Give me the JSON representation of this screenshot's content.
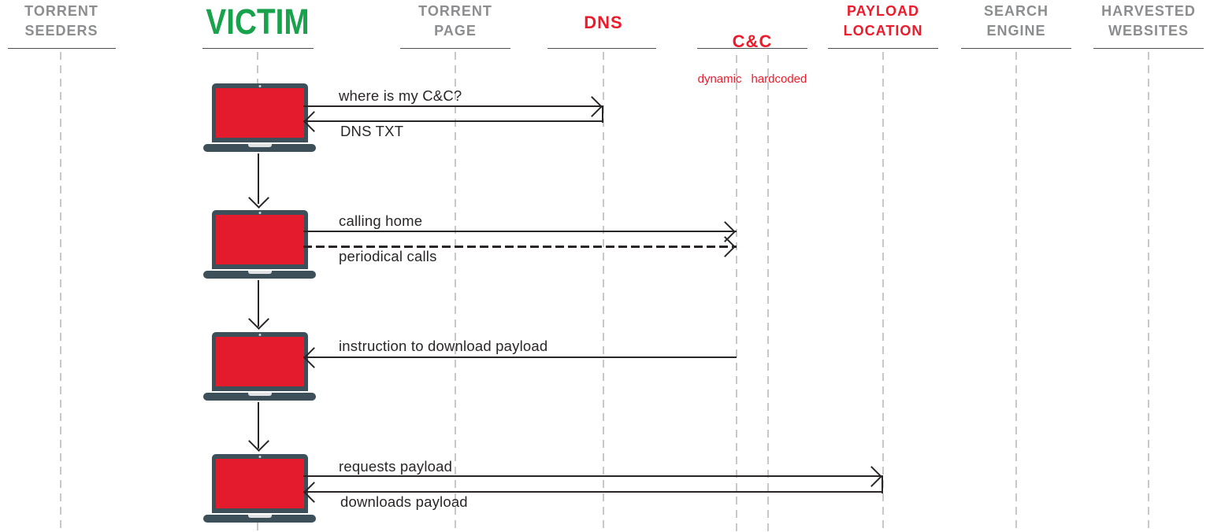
{
  "diagram": {
    "type": "sequence-diagram",
    "subject": "malware victim infection message flow"
  },
  "palette": {
    "red": "#EC1B2B",
    "green": "#17A24B",
    "gray": "#8B8D8F",
    "ink": "#2A2627",
    "laptop_frame": "#3D4F58",
    "laptop_screen": "#E31B2D",
    "lifeline": "#C6C8CA"
  },
  "lanes": [
    {
      "id": "torrent-seeders",
      "label": "TORRENT\nSEEDERS",
      "color": "gray"
    },
    {
      "id": "victim",
      "label": "VICTIM",
      "color": "green"
    },
    {
      "id": "torrent-page",
      "label": "TORRENT\nPAGE",
      "color": "gray"
    },
    {
      "id": "dns",
      "label": "DNS",
      "color": "red"
    },
    {
      "id": "cc",
      "label": "C&C",
      "color": "red",
      "sub": [
        "dynamic",
        "hardcoded"
      ]
    },
    {
      "id": "payload-location",
      "label": "PAYLOAD\nLOCATION",
      "color": "red"
    },
    {
      "id": "search-engine",
      "label": "SEARCH\nENGINE",
      "color": "gray"
    },
    {
      "id": "harvested-websites",
      "label": "HARVESTED\nWEBSITES",
      "color": "gray"
    }
  ],
  "messages": [
    {
      "from": "victim",
      "to": "dns",
      "request": "where is my C&C?",
      "reply": "DNS TXT"
    },
    {
      "from": "victim",
      "to": "cc-dynamic",
      "request": "calling home",
      "repeat": "periodical calls"
    },
    {
      "from": "cc-dynamic",
      "to": "victim",
      "request": "instruction to download payload"
    },
    {
      "from": "victim",
      "to": "payload-location",
      "request": "requests payload",
      "reply": "downloads payload"
    }
  ]
}
